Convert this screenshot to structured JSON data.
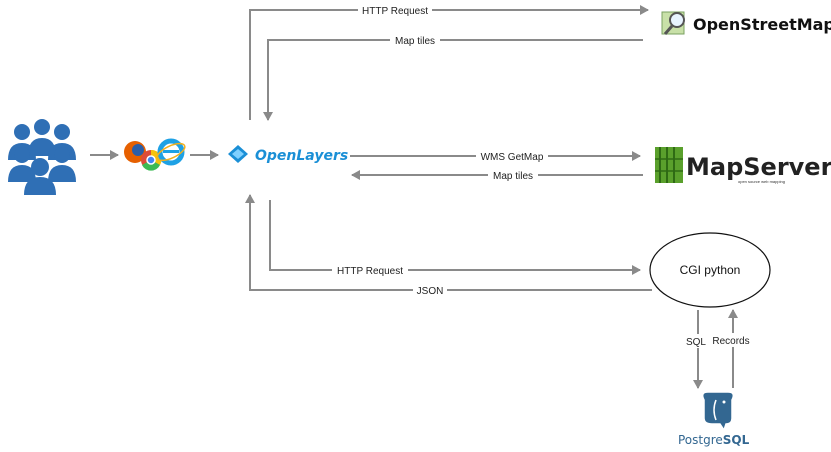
{
  "nodes": {
    "openstreetmap": {
      "label": "OpenStreetMap"
    },
    "mapserver": {
      "label": "MapServer",
      "tagline": "open source web mapping"
    },
    "openlayers": {
      "label": "OpenLayers"
    },
    "cgi_python": {
      "label": "CGI python"
    },
    "postgresql": {
      "label_regular": "Postgre",
      "label_bold": "SQL"
    }
  },
  "edges": {
    "osm_request": {
      "label": "HTTP Request"
    },
    "osm_tiles": {
      "label": "Map tiles"
    },
    "wms_getmap": {
      "label": "WMS GetMap"
    },
    "ms_tiles": {
      "label": "Map tiles"
    },
    "cgi_request": {
      "label": "HTTP Request"
    },
    "cgi_json": {
      "label": "JSON"
    },
    "sql": {
      "label": "SQL"
    },
    "records": {
      "label": "Records"
    }
  },
  "colors": {
    "arrow": "#8a8a8a",
    "users": "#2f6fb5",
    "openlayers": "#1a8fd6",
    "postgresql": "#336791",
    "mapserver_green": "#5aa02c"
  },
  "icons": {
    "users": "users-group-icon",
    "browsers": "browsers-icon",
    "osm": "magnifier-map-icon",
    "mapserver": "mapserver-cube-icon",
    "openlayers": "openlayers-diamond-icon",
    "postgresql": "elephant-icon"
  }
}
